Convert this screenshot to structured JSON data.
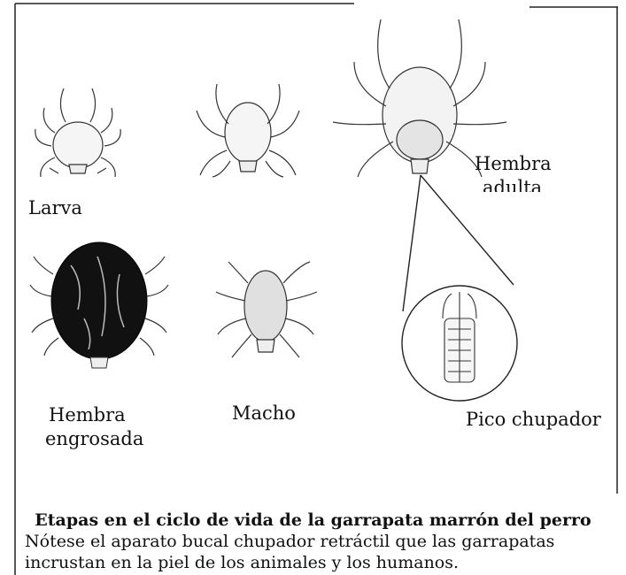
{
  "figure": {
    "labels": {
      "larva": "Larva",
      "nymph": "",
      "female_adult_line1": "Hembra",
      "female_adult_line2": "adulta",
      "engorged_line1": "Hembra",
      "engorged_line2": "engrosada",
      "male": "Macho",
      "mouthparts": "Pico chupador"
    },
    "caption": {
      "title": "Etapas en el ciclo de vida de la garrapata marrón del perro",
      "line1": "Nótese el aparato bucal chupador retráctil que las garrapatas",
      "line2": "incrustan en la piel de los animales y los humanos."
    }
  }
}
